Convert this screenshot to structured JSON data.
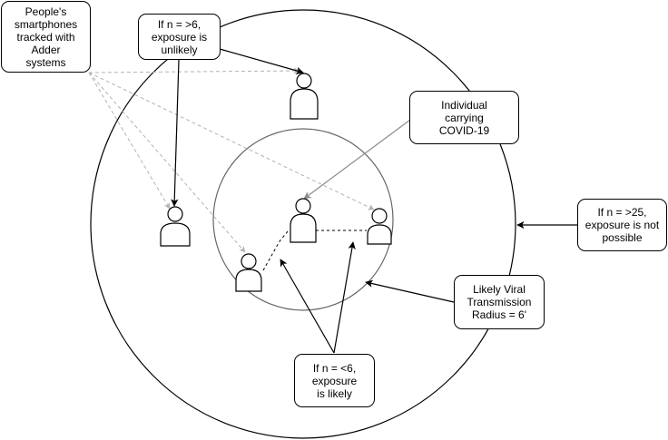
{
  "labels": {
    "tracked": "People's\nsmartphones\ntracked with\nAdder\nsystems",
    "unlikely": "If n = >6,\nexposure is\nunlikely",
    "carrier": "Individual\ncarrying\nCOVID-19",
    "not_possible": "If n = >25,\nexposure is not\npossible",
    "radius": "Likely Viral\nTransmission\nRadius = 6'",
    "likely": "If n = <6,\nexposure\nis likely"
  },
  "icons": {
    "person": "person-icon"
  },
  "colors": {
    "stroke": "#000000",
    "tracking_line": "#b3b3b3",
    "inner_circle": "#666666",
    "carrier_arrow": "#8c8c8c",
    "background": "#ffffff"
  }
}
